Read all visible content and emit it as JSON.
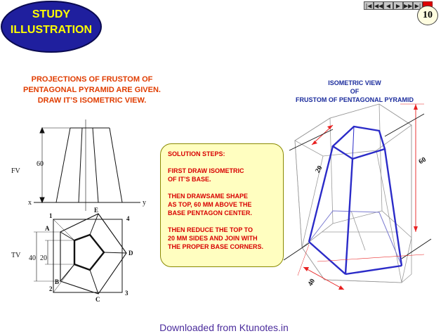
{
  "badge": {
    "line1": "STUDY",
    "line2": "ILLUSTRATION"
  },
  "nav": {
    "buttons": [
      "|◀",
      "◀◀",
      "◀",
      "▶",
      "▶▶",
      "▶|",
      ""
    ]
  },
  "page_number": "10",
  "problem": {
    "line1": "PROJECTIONS OF FRUSTOM OF",
    "line2": "PENTAGONAL PYRAMID ARE GIVEN.",
    "line3": "DRAW IT’S ISOMETRIC VIEW."
  },
  "iso_title": {
    "line1": "ISOMETRIC VIEW",
    "line2": "OF",
    "line3": "FRUSTOM OF PENTAGONAL PYRAMID"
  },
  "steps": {
    "heading": "SOLUTION STEPS:",
    "step1": "FIRST DRAW ISOMETRIC\nOF IT’S BASE.",
    "step2": "THEN DRAWSAME SHAPE\nAS TOP, 60 MM ABOVE THE\nBASE PENTAGON CENTER.",
    "step3": "THEN REDUCE THE TOP TO\n20 MM SIDES AND JOIN WITH\nTHE PROPER BASE CORNERS."
  },
  "drawing": {
    "fv_label": "FV",
    "tv_label": "TV",
    "x_label": "x",
    "y_label": "y",
    "height_dim": "60",
    "tv_dim_outer": "40",
    "tv_dim_inner": "20",
    "corner_labels": {
      "1": "1",
      "2": "2",
      "3": "3",
      "4": "4"
    },
    "pentagon_labels": {
      "A": "A",
      "B": "B",
      "C": "C",
      "D": "D",
      "E": "E"
    },
    "iso_dims": {
      "height": "60",
      "top_side": "20",
      "base_side": "40"
    }
  },
  "colors": {
    "accent_blue": "#2b2bc8",
    "red": "#e82020",
    "badge_fill": "#1f1f9e",
    "badge_text": "#ffff00"
  },
  "footer": "Downloaded from Ktunotes.in"
}
